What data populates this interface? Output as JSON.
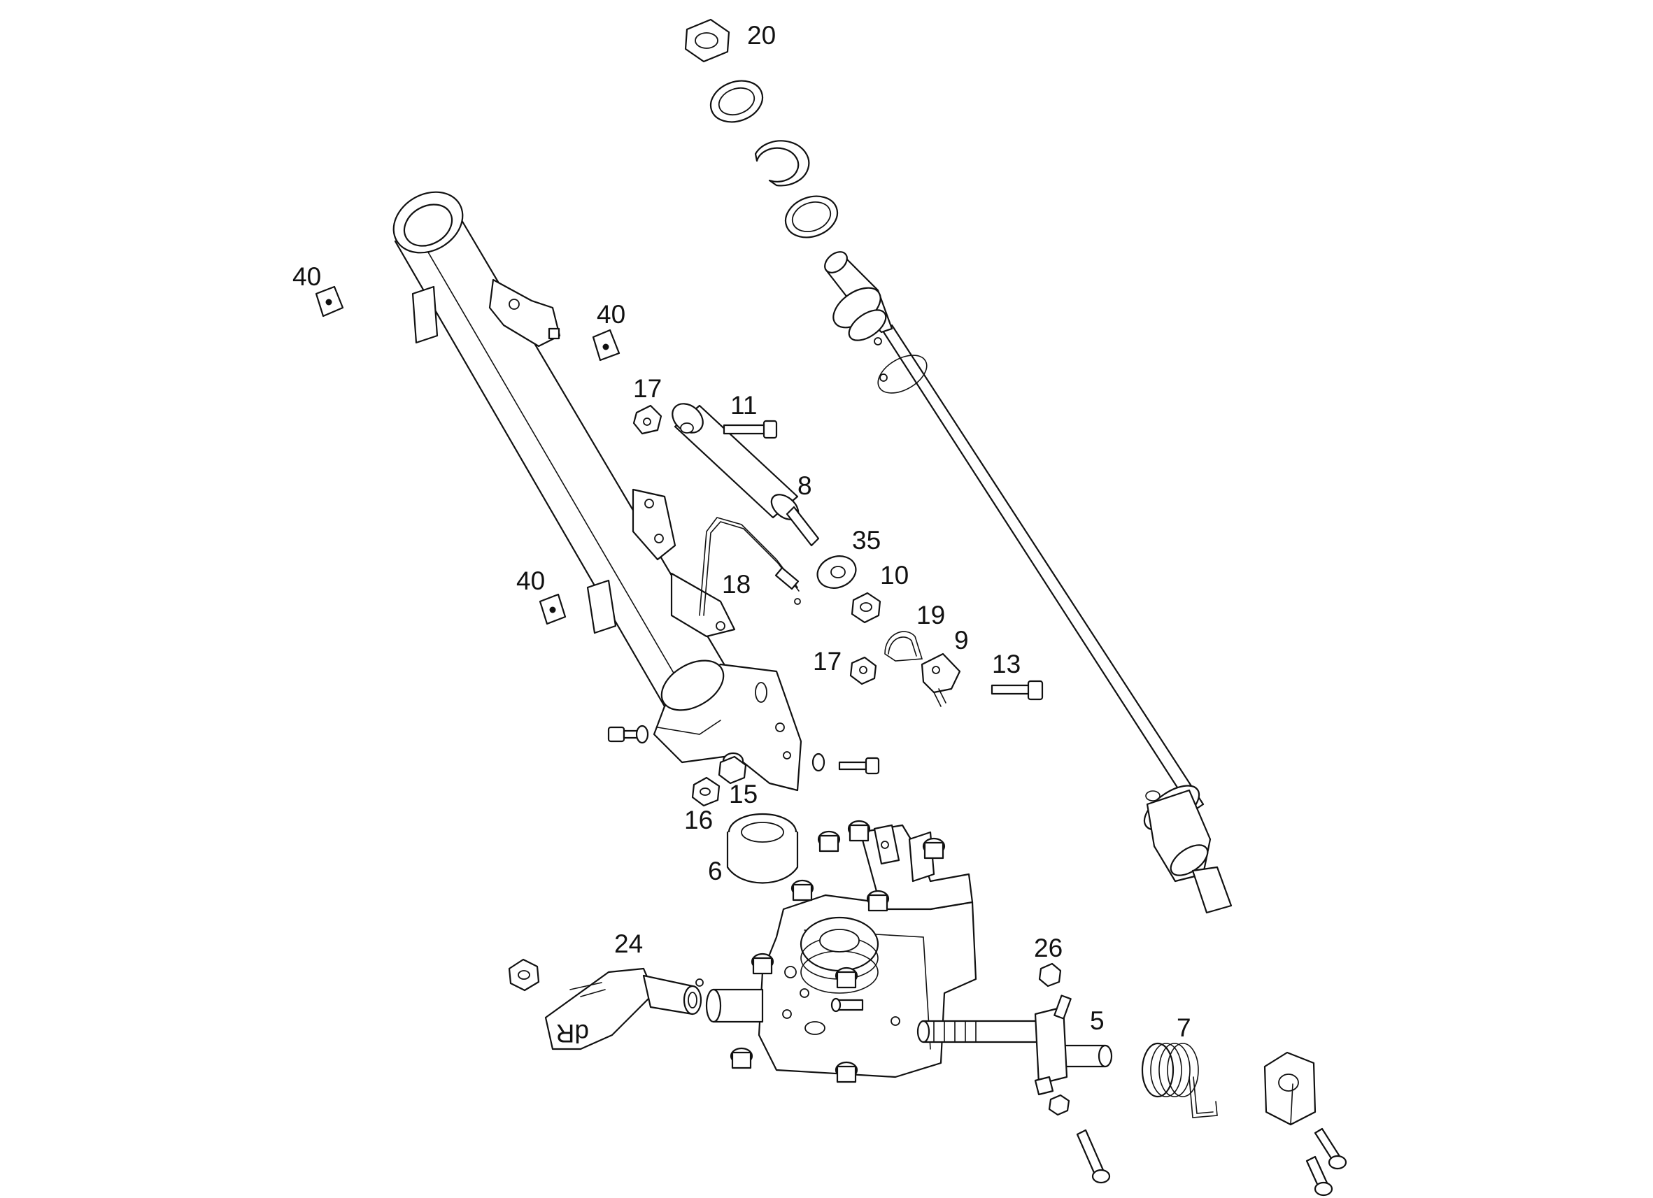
{
  "figure": {
    "background": "#ffffff",
    "line_color": "#111111"
  },
  "callouts": {
    "c20": "20",
    "c40a": "40",
    "c40b": "40",
    "c40c": "40",
    "c17a": "17",
    "c11": "11",
    "c8": "8",
    "c35": "35",
    "c10": "10",
    "c18": "18",
    "c19": "19",
    "c9": "9",
    "c17b": "17",
    "c13": "13",
    "c15": "15",
    "c16": "16",
    "c6": "6",
    "c24": "24",
    "c26": "26",
    "c5": "5",
    "c7": "7"
  },
  "part_icons": {
    "lever_marking": "dR"
  }
}
